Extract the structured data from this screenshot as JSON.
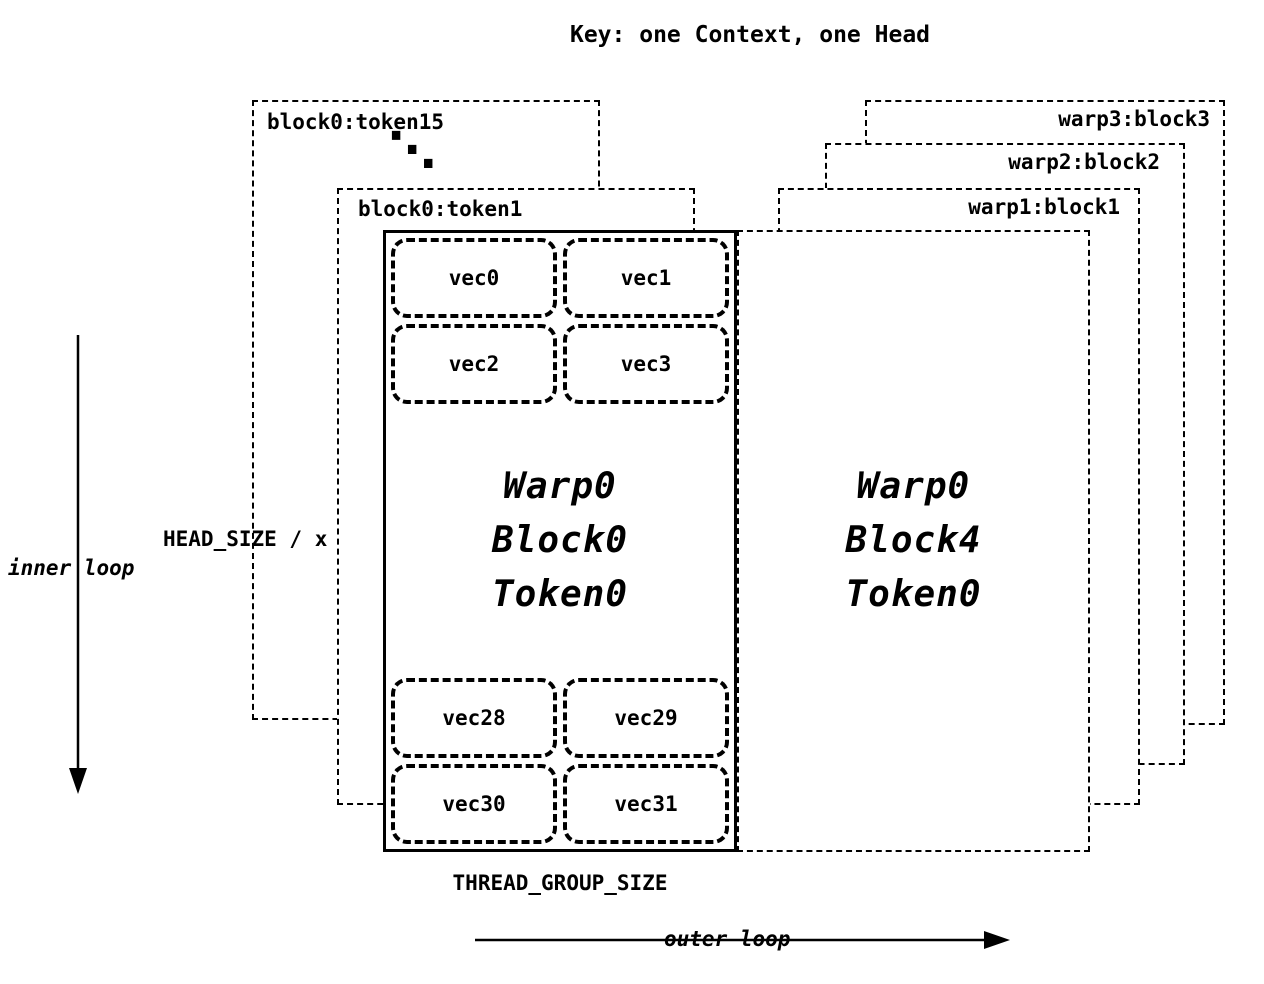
{
  "title": "Key: one Context, one Head",
  "left_stack": {
    "back_box_label": "block0:token15",
    "ellipsis": "⋱",
    "mid_box_label": "block0:token1"
  },
  "right_stack": {
    "box3_label": "warp3:block3",
    "box2_label": "warp2:block2",
    "box1_label": "warp1:block1"
  },
  "left_main_box": {
    "lines": [
      "Warp0",
      "Block0",
      "Token0"
    ],
    "top_vecs": [
      "vec0",
      "vec1",
      "vec2",
      "vec3"
    ],
    "bottom_vecs": [
      "vec28",
      "vec29",
      "vec30",
      "vec31"
    ]
  },
  "right_main_box": {
    "lines": [
      "Warp0",
      "Block4",
      "Token0"
    ]
  },
  "annotations": {
    "head_size": "HEAD_SIZE / x",
    "inner_loop": "inner loop",
    "thread_group_size": "THREAD_GROUP_SIZE",
    "outer_loop": "outer loop"
  }
}
